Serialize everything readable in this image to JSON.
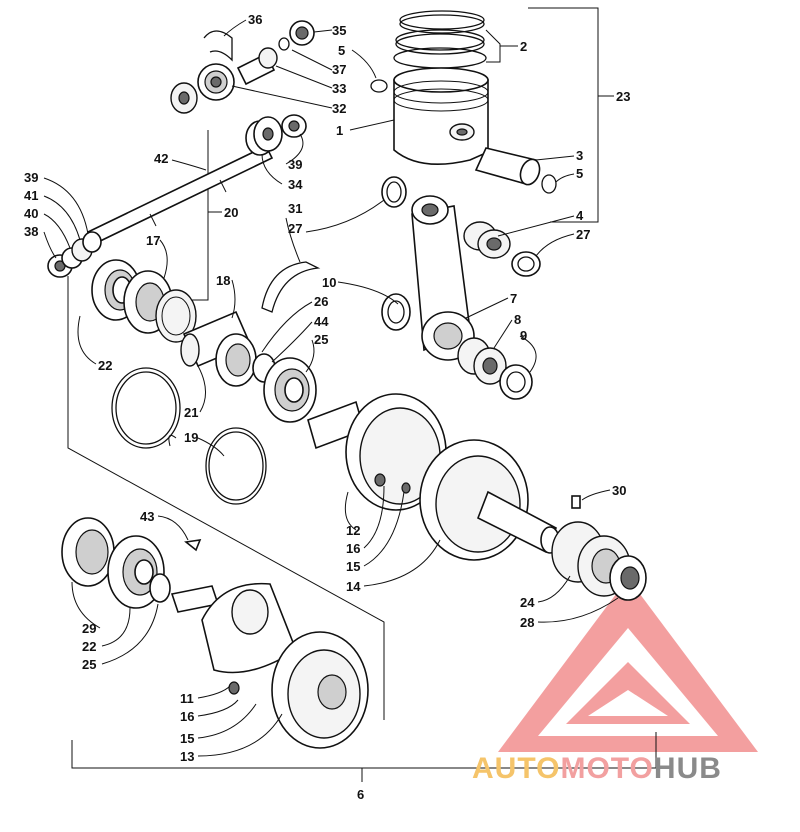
{
  "callouts": [
    {
      "id": "c36",
      "text": "36"
    },
    {
      "id": "c35",
      "text": "35"
    },
    {
      "id": "c5a",
      "text": "5"
    },
    {
      "id": "c37",
      "text": "37"
    },
    {
      "id": "c33",
      "text": "33"
    },
    {
      "id": "c32",
      "text": "32"
    },
    {
      "id": "c1",
      "text": "1"
    },
    {
      "id": "c2",
      "text": "2"
    },
    {
      "id": "c23",
      "text": "23"
    },
    {
      "id": "c3",
      "text": "3"
    },
    {
      "id": "c5b",
      "text": "5"
    },
    {
      "id": "c42",
      "text": "42"
    },
    {
      "id": "c39a",
      "text": "39"
    },
    {
      "id": "c34",
      "text": "34"
    },
    {
      "id": "c39b",
      "text": "39"
    },
    {
      "id": "c41",
      "text": "41"
    },
    {
      "id": "c40",
      "text": "40"
    },
    {
      "id": "c38",
      "text": "38"
    },
    {
      "id": "c20",
      "text": "20"
    },
    {
      "id": "c31",
      "text": "31"
    },
    {
      "id": "c27a",
      "text": "27"
    },
    {
      "id": "c4",
      "text": "4"
    },
    {
      "id": "c27b",
      "text": "27"
    },
    {
      "id": "c17",
      "text": "17"
    },
    {
      "id": "c18",
      "text": "18"
    },
    {
      "id": "c10",
      "text": "10"
    },
    {
      "id": "c7",
      "text": "7"
    },
    {
      "id": "c26",
      "text": "26"
    },
    {
      "id": "c44",
      "text": "44"
    },
    {
      "id": "c8",
      "text": "8"
    },
    {
      "id": "c25a",
      "text": "25"
    },
    {
      "id": "c9",
      "text": "9"
    },
    {
      "id": "c22a",
      "text": "22"
    },
    {
      "id": "c21",
      "text": "21"
    },
    {
      "id": "c19",
      "text": "19"
    },
    {
      "id": "c30",
      "text": "30"
    },
    {
      "id": "c12",
      "text": "12"
    },
    {
      "id": "c16a",
      "text": "16"
    },
    {
      "id": "c15a",
      "text": "15"
    },
    {
      "id": "c14",
      "text": "14"
    },
    {
      "id": "c43",
      "text": "43"
    },
    {
      "id": "c24",
      "text": "24"
    },
    {
      "id": "c28",
      "text": "28"
    },
    {
      "id": "c29",
      "text": "29"
    },
    {
      "id": "c22b",
      "text": "22"
    },
    {
      "id": "c25b",
      "text": "25"
    },
    {
      "id": "c11",
      "text": "11"
    },
    {
      "id": "c16b",
      "text": "16"
    },
    {
      "id": "c15b",
      "text": "15"
    },
    {
      "id": "c13",
      "text": "13"
    },
    {
      "id": "c6",
      "text": "6"
    }
  ],
  "watermark": {
    "part1": "AUTO",
    "part2": "MOTO",
    "part3": "HUB",
    "color1": "#f5c46a",
    "color2": "#f2a0a0",
    "color3": "#8a8a8a",
    "logo_color": "#f08080"
  }
}
